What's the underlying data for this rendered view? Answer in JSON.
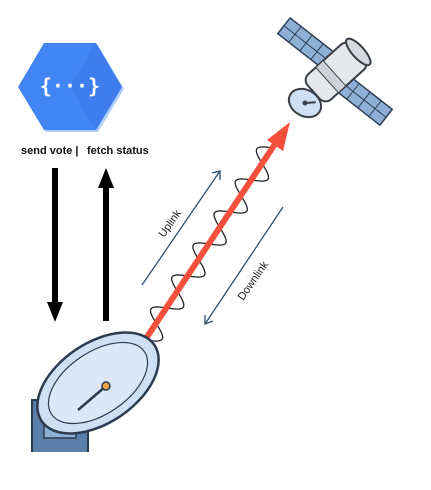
{
  "labels": {
    "send_vote": "send vote |",
    "fetch_status": "fetch status",
    "uplink": "Uplink",
    "downlink": "Downlink"
  },
  "icons": {
    "cloud_function": "cloud-functions-hexagon-icon",
    "satellite": "satellite-icon",
    "ground_station": "satellite-dish-icon"
  },
  "colors": {
    "function_blue": "#4285f4",
    "signal_red": "#f4503c",
    "arrow_black": "#000000",
    "link_line": "#33506e",
    "panel_blue": "#8fb0d6",
    "dish_blue": "#cfe0f4",
    "base_blue": "#5b7fa8"
  }
}
